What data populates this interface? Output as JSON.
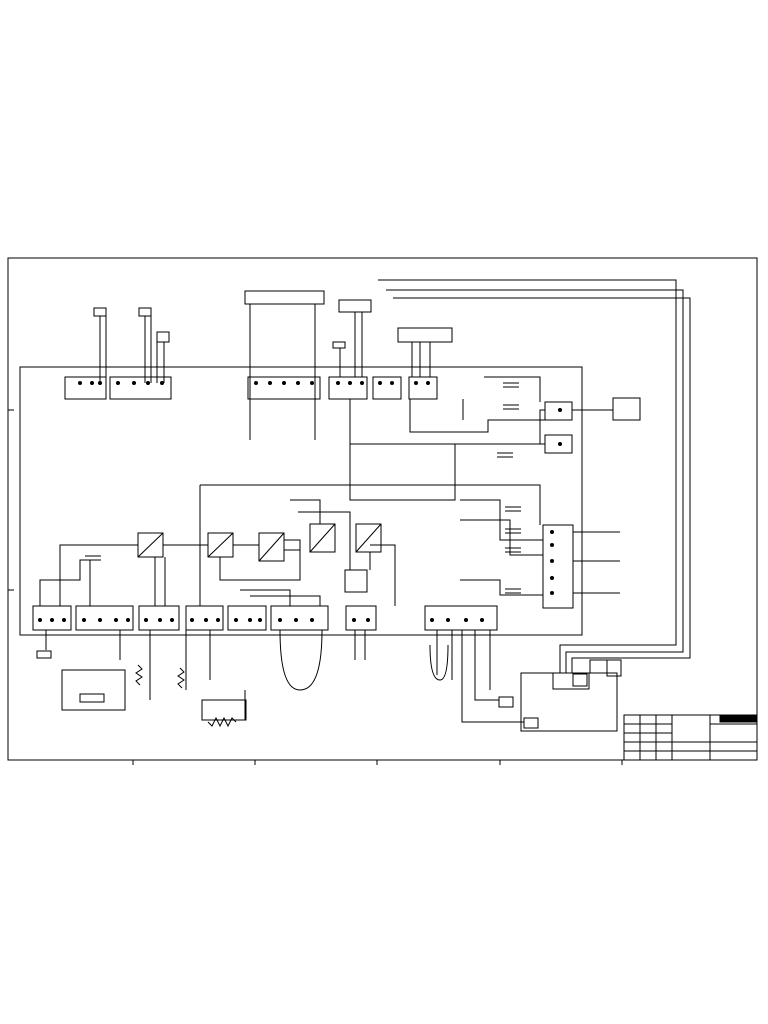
{
  "diagram": {
    "title": "",
    "side_notes": [],
    "title_block": {
      "company": "",
      "drawing_title": "",
      "drawing_number": ""
    },
    "connectors": [
      {
        "id": "cn1",
        "label": ""
      },
      {
        "id": "cn2",
        "label": ""
      },
      {
        "id": "cn3",
        "label": ""
      },
      {
        "id": "cn4",
        "label": ""
      },
      {
        "id": "cn5",
        "label": ""
      },
      {
        "id": "cn6",
        "label": ""
      },
      {
        "id": "cn7",
        "label": ""
      },
      {
        "id": "cn8",
        "label": ""
      },
      {
        "id": "cn9",
        "label": ""
      },
      {
        "id": "cn10",
        "label": ""
      },
      {
        "id": "cn11",
        "label": ""
      },
      {
        "id": "cn12",
        "label": ""
      },
      {
        "id": "cn13",
        "label": ""
      },
      {
        "id": "cn14",
        "label": ""
      },
      {
        "id": "cn15",
        "label": ""
      },
      {
        "id": "cn16",
        "label": ""
      },
      {
        "id": "cn17",
        "label": ""
      }
    ],
    "relays": [
      {
        "id": "r1",
        "label": ""
      },
      {
        "id": "r2",
        "label": ""
      },
      {
        "id": "r3",
        "label": ""
      },
      {
        "id": "r4",
        "label": ""
      },
      {
        "id": "r5",
        "label": ""
      }
    ],
    "components": {
      "display_board": "",
      "fan_module": "",
      "motor_control": "",
      "motor_board": "",
      "sensor_box": "",
      "heater_1": "",
      "heater_2": "",
      "heater_3": "",
      "filter": ""
    }
  }
}
